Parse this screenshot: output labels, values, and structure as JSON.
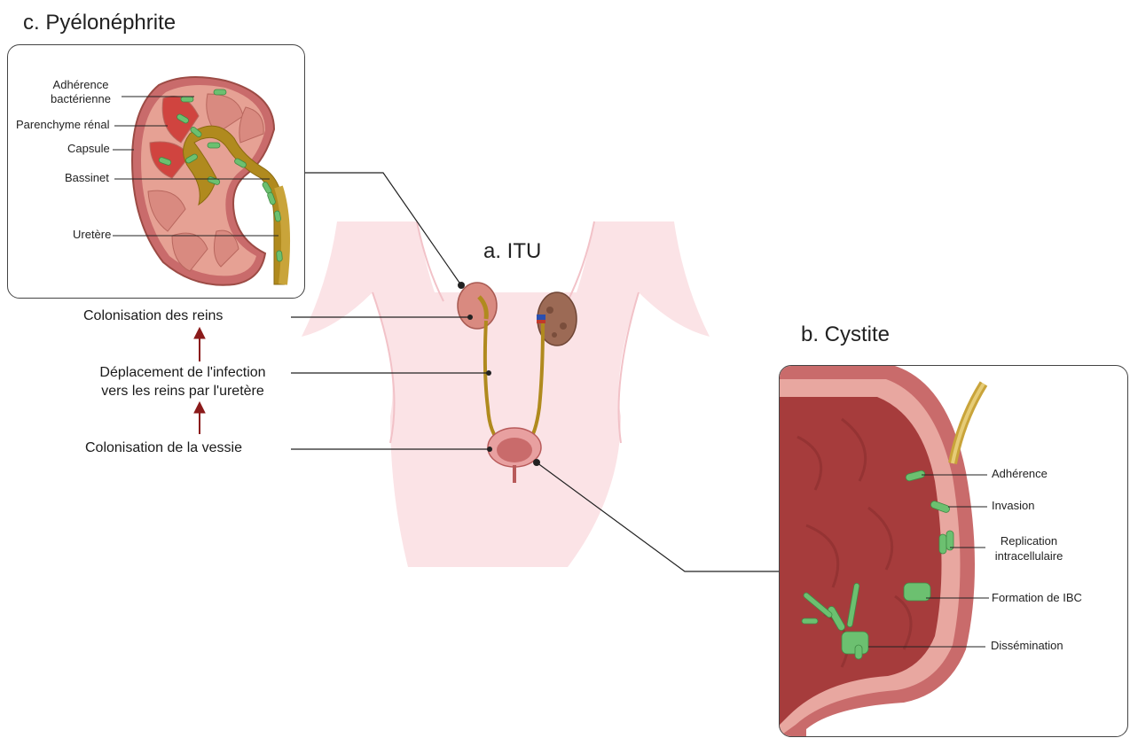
{
  "titles": {
    "itu": "a. ITU",
    "cystite": "b. Cystite",
    "pyelo": "c. Pyélonéphrite"
  },
  "flow": {
    "step1": "Colonisation des reins",
    "step2_line1": "Déplacement de l'infection",
    "step2_line2": "vers les reins par l'uretère",
    "step3": "Colonisation de la vessie"
  },
  "kidney_labels": {
    "adherence_line1": "Adhérence",
    "adherence_line2": "bactérienne",
    "parenchyme": "Parenchyme rénal",
    "capsule": "Capsule",
    "bassinet": "Bassinet",
    "uretere": "Uretère"
  },
  "bladder_labels": {
    "adherence": "Adhérence",
    "invasion": "Invasion",
    "replication_line1": "Replication",
    "replication_line2": "intracellulaire",
    "ibc": "Formation de IBC",
    "dissemination": "Dissémination"
  },
  "colors": {
    "skin": "#fbe3e6",
    "kidney_tissue": "#d98a80",
    "pelvis": "#b08a1e",
    "bacteria": "#6cc070",
    "bladder_wall": "#c96b6b",
    "bladder_lumen": "#a63c3c",
    "arrow": "#8b1a1a"
  }
}
